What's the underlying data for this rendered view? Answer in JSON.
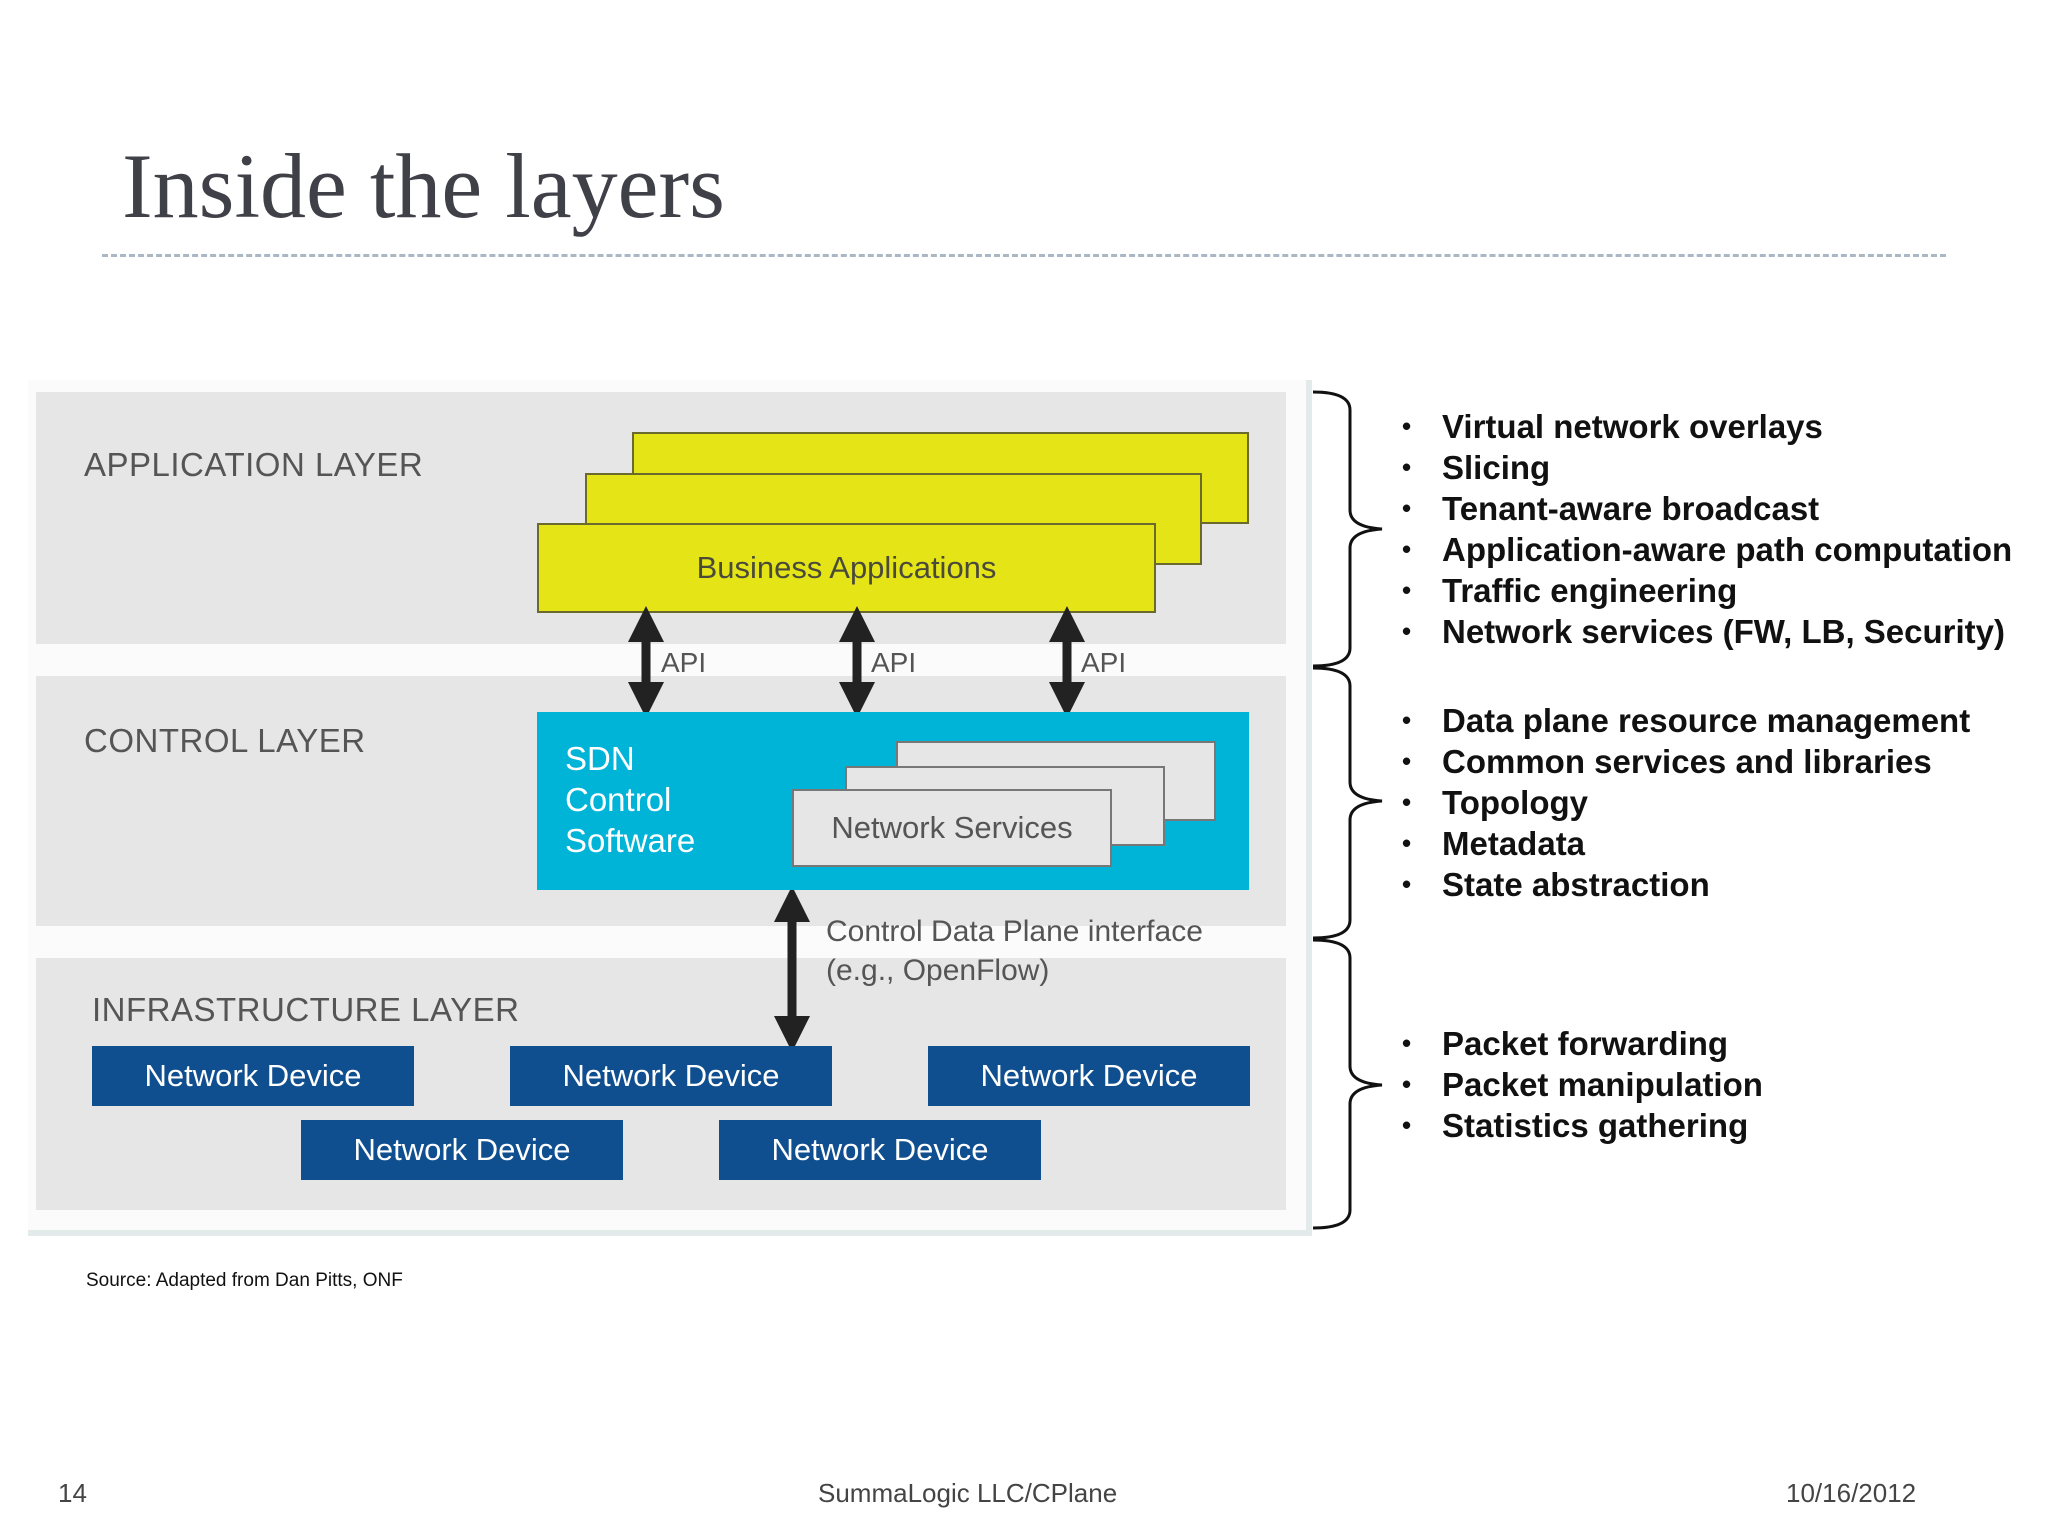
{
  "slide": {
    "title": "Inside the layers",
    "source": "Source: Adapted from Dan Pitts, ONF"
  },
  "diagram": {
    "application_layer": "APPLICATION LAYER",
    "control_layer": "CONTROL LAYER",
    "infrastructure_layer": "INFRASTRUCTURE LAYER",
    "business_applications": "Business Applications",
    "api_label": "API",
    "sdn_control": "SDN\nControl\nSoftware",
    "network_services": "Network Services",
    "cdp_interface": "Control Data Plane interface\n(e.g., OpenFlow)",
    "network_device": "Network Device"
  },
  "bullets": {
    "application": [
      "Virtual network overlays",
      "Slicing",
      "Tenant-aware broadcast",
      "Application-aware path computation",
      "Traffic engineering",
      "Network services (FW, LB, Security)"
    ],
    "control": [
      "Data plane resource management",
      "Common services and libraries",
      "Topology",
      "Metadata",
      "State abstraction"
    ],
    "infrastructure": [
      "Packet forwarding",
      "Packet manipulation",
      "Statistics gathering"
    ]
  },
  "footer": {
    "page_number": "14",
    "center": "SummaLogic LLC/CPlane",
    "date": "10/16/2012"
  },
  "colors": {
    "business_app_fill": "#e4e417",
    "sdn_fill": "#00b4d8",
    "device_fill": "#0f4e8f",
    "band_fill": "#e6e6e6"
  }
}
